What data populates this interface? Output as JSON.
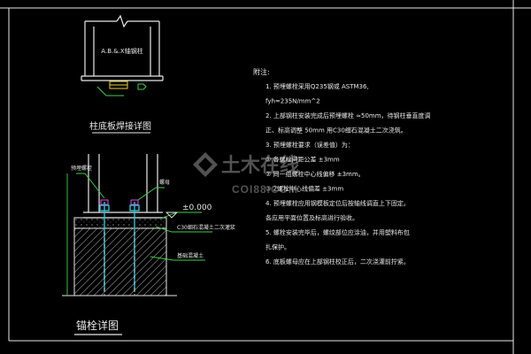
{
  "colors": {
    "background": "#000000",
    "line_white": "#e8e8e8",
    "line_green": "#3fd14a",
    "line_cyan": "#29c4d6",
    "line_yellow": "#e6d23a",
    "line_magenta": "#e04be0",
    "hatch": "#9a9a9a",
    "watermark": "#6e6e6e"
  },
  "top_detail": {
    "column_label": "A.B.&.X轴钢柱",
    "title": "柱底板焊接详图"
  },
  "anchor_detail": {
    "label_anchor": "预埋螺栓",
    "label_nut": "螺母",
    "label_elevation": "±0.000",
    "label_grout": "C30细石混凝土二次灌浆",
    "label_foundation": "基础混凝土",
    "title": "锚栓详图"
  },
  "notes": {
    "heading": "附注:",
    "lines": [
      "1.  预埋螺栓采用Q235钢或 ASTM36,",
      "    fyh=235N/mm^2",
      "2.  上部钢柱安装完成后预埋螺栓       ≈50mm，待钢柱垂直度调",
      "    正、标高调整    50mm 用C30细石混凝土二次浇筑。",
      "3.  预埋螺栓要求（误差值）为：",
      "    ① 各螺栓间距公差    ±3mm",
      "    ② 同一组螺栓中心线偏移    ±3mm。",
      "    ③      2螺栓中心线偏差    ±3mm",
      "4.  预埋螺栓应用钢模板定位后按轴线调直上下固定。",
      "    各应用平面位置及标高进行验收。",
      "5.  螺栓安装完毕后，螺纹部位应涂油，并用塑料布包",
      "    扎保护。",
      "6.  底板螺母应在上部钢柱校正后，二次浇灌前拧紧。"
    ]
  },
  "watermark": {
    "text_cn": "土木在线",
    "text_en": "COI88.COM"
  }
}
